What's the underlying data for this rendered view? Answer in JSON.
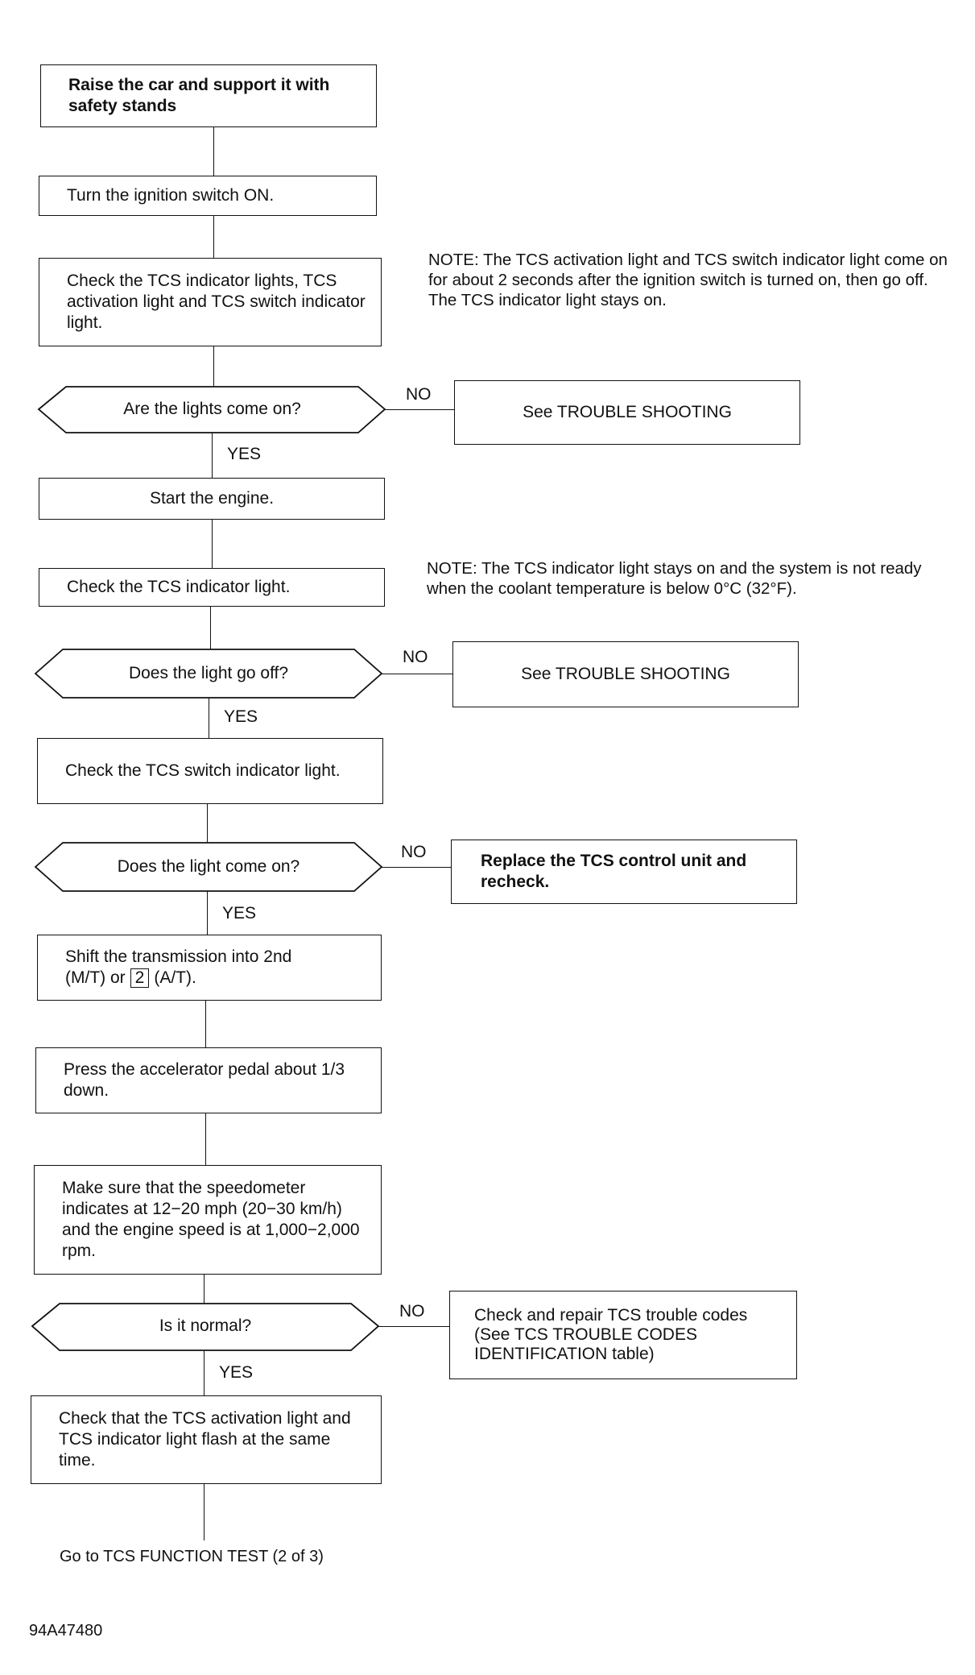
{
  "steps": {
    "raise_car": "Raise the car and support it with safety stands",
    "ignition_on": "Turn the ignition switch ON.",
    "check_all_lights": "Check the TCS indicator lights, TCS activation light and TCS switch indicator light.",
    "start_engine": "Start the engine.",
    "check_indicator": "Check the TCS indicator light.",
    "check_switch_indicator": "Check the TCS switch indicator light.",
    "shift_transmission_1": "Shift the transmission into 2nd",
    "shift_transmission_2a": "(M/T) or",
    "shift_transmission_gear": "2",
    "shift_transmission_2b": "(A/T).",
    "press_pedal": "Press the accelerator pedal about 1/3 down.",
    "speedometer": "Make sure that the speedometer indicates at 12−20 mph (20−30 km/h) and the engine speed is at 1,000−2,000 rpm.",
    "check_flash": "Check that the TCS activation light and TCS indicator light flash at the same time."
  },
  "decisions": {
    "lights_on": "Are the lights come on?",
    "light_off": "Does the light go off?",
    "light_come_on": "Does the light come on?",
    "normal": "Is it normal?"
  },
  "outcomes": {
    "trouble_1": "See TROUBLE SHOOTING",
    "trouble_2": "See TROUBLE SHOOTING",
    "replace_unit": "Replace the TCS control unit and recheck.",
    "repair_codes": "Check and repair TCS trouble codes (See TCS TROUBLE CODES IDENTIFICATION table)"
  },
  "labels": {
    "yes": "YES",
    "no": "NO"
  },
  "notes": {
    "note_1": "NOTE: The TCS activation light and TCS switch indicator light come on for about 2 seconds after the ignition switch is turned on, then go off. The TCS indicator light stays on.",
    "note_2": "NOTE: The TCS indicator light stays on and the system is not ready when the coolant temperature is below 0°C (32°F)."
  },
  "footer": {
    "next": "Go to TCS FUNCTION TEST (2 of 3)",
    "figure_id": "94A47480"
  }
}
